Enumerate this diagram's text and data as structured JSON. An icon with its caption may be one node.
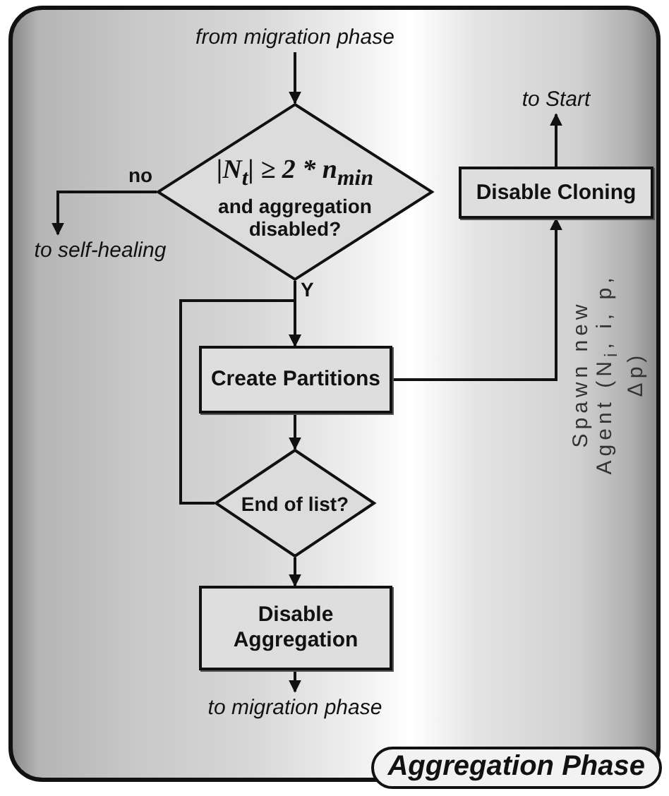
{
  "diagram": {
    "nodes": [
      {
        "text": [
          "Aggregation Phase"
        ]
      },
      {
        "text": [
          "from migration phase"
        ],
        "in": 0
      },
      {
        "text": [
          "|N$_{t}$| ≥ 2 * n$_{min}$",
          "and aggregation disabled?"
        ],
        "in": 0
      },
      {
        "text": [
          "to self-healing"
        ],
        "in": 0
      },
      {
        "text": [
          "Create Partitions"
        ],
        "in": 0
      },
      {
        "text": [
          "End of list?"
        ],
        "in": 0
      },
      {
        "text": [
          "Disable Aggregation"
        ],
        "in": 0
      },
      {
        "text": [
          "to migration phase"
        ],
        "in": 0
      },
      {
        "text": [
          "Disable Cloning"
        ],
        "in": 0
      },
      {
        "text": [
          "to Start"
        ],
        "in": 0
      }
    ],
    "edges": [
      {
        "from": 1,
        "to": 2,
        "arrow": "to"
      },
      {
        "from": 2,
        "to": 3,
        "arrow": "to",
        "label": "no"
      },
      {
        "from": 2,
        "to": 4,
        "arrow": "to",
        "label": "Y"
      },
      {
        "from": 4,
        "to": 5,
        "arrow": "to"
      },
      {
        "from": 5,
        "to": 4,
        "arrow": "to"
      },
      {
        "from": 5,
        "to": 6,
        "arrow": "to"
      },
      {
        "from": 6,
        "to": 7,
        "arrow": "to"
      },
      {
        "from": 4,
        "to": 8,
        "arrow": "to",
        "label": "Spawn new Agent (N$_{i}$, i, p, Δp)"
      },
      {
        "from": 8,
        "to": 9,
        "arrow": "to"
      }
    ]
  }
}
